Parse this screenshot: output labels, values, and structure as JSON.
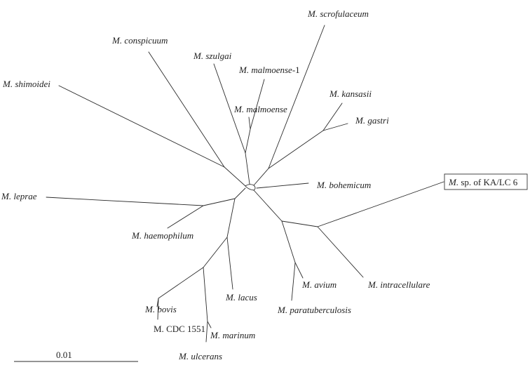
{
  "tree": {
    "taxa": {
      "scrofulaceum": {
        "genus": "M.",
        "species": "scrofulaceum",
        "suffix": ""
      },
      "conspicuum": {
        "genus": "M.",
        "species": "conspicuum",
        "suffix": ""
      },
      "szulgai": {
        "genus": "M.",
        "species": "szulgai",
        "suffix": ""
      },
      "malmoense1": {
        "genus": "M.",
        "species": "malmoense",
        "suffix": "-1"
      },
      "malmoense": {
        "genus": "M.",
        "species": "malmoense",
        "suffix": ""
      },
      "kansasii": {
        "genus": "M.",
        "species": "kansasii",
        "suffix": ""
      },
      "gastri": {
        "genus": "M.",
        "species": "gastri",
        "suffix": ""
      },
      "shimoidei": {
        "genus": "M.",
        "species": "shimoidei",
        "suffix": ""
      },
      "bohemicum": {
        "genus": "M.",
        "species": "bohemicum",
        "suffix": ""
      },
      "leprae": {
        "genus": "M.",
        "species": "leprae",
        "suffix": ""
      },
      "haemophilum": {
        "genus": "M.",
        "species": "haemophilum",
        "suffix": ""
      },
      "avium": {
        "genus": "M.",
        "species": "avium",
        "suffix": ""
      },
      "intracellulare": {
        "genus": "M.",
        "species": "intracellulare",
        "suffix": ""
      },
      "paratuberculosis": {
        "genus": "M.",
        "species": "paratuberculosis",
        "suffix": ""
      },
      "lacus": {
        "genus": "M.",
        "species": "lacus",
        "suffix": ""
      },
      "bovis": {
        "genus": "M.",
        "species": "bovis",
        "suffix": ""
      },
      "cdc1551": {
        "genus": "M.",
        "species": "",
        "suffix": "CDC 1551"
      },
      "marinum": {
        "genus": "M.",
        "species": "marinum",
        "suffix": ""
      },
      "ulcerans": {
        "genus": "M.",
        "species": "ulcerans",
        "suffix": ""
      },
      "ka_lc6": {
        "genus": "M.",
        "species": "",
        "suffix": "sp. of KA/LC 6"
      }
    },
    "highlighted_taxon": "M. sp. of KA/LC 6"
  },
  "scale_bar": {
    "label": "0.01"
  }
}
